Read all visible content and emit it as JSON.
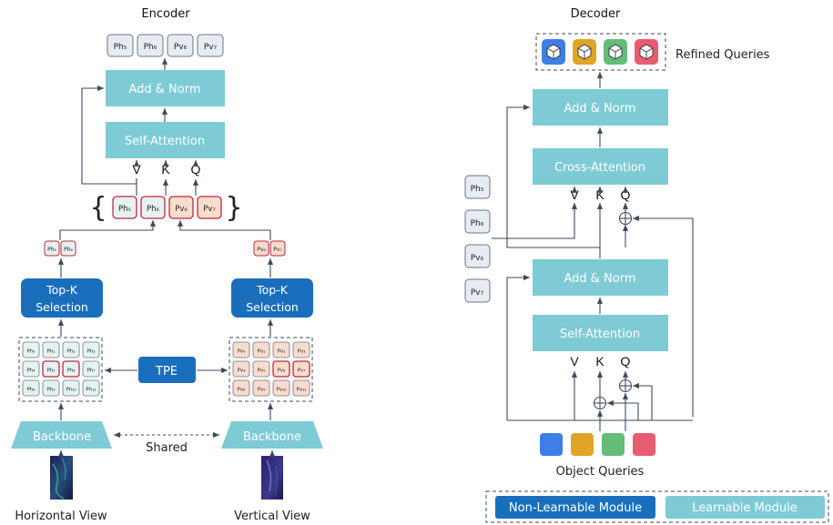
{
  "encoder": {
    "title": "Encoder",
    "outputs": [
      "Ph₅",
      "Ph₆",
      "Pv₆",
      "Pv₇"
    ],
    "add_norm": "Add & Norm",
    "self_attention": "Self-Attention",
    "v": "V",
    "k": "K",
    "q": "Q",
    "selected": [
      "Ph₅",
      "Ph₆",
      "Pv₆",
      "Pv₇"
    ],
    "left_selected": [
      "Ph₅",
      "Ph₆"
    ],
    "right_selected": [
      "Pv₆",
      "Pv₇"
    ],
    "topk_left": [
      "Top-K",
      "Selection"
    ],
    "topk_right": [
      "Top-K",
      "Selection"
    ],
    "tpe": "TPE",
    "h_grid": [
      "Ph₀",
      "Ph₁",
      "Ph₂",
      "Ph₃",
      "Ph₄",
      "Ph₅",
      "Ph₆",
      "Ph₇",
      "Ph₈",
      "Ph₉",
      "Ph₁₀",
      "Ph₁₁"
    ],
    "v_grid": [
      "Pv₀",
      "Pv₁",
      "Pv₂",
      "Pv₃",
      "Pv₄",
      "Pv₅",
      "Pv₆",
      "Pv₇",
      "Pv₈",
      "Pv₉",
      "Pv₁₀",
      "Pv₁₁"
    ],
    "backbone": "Backbone",
    "shared": "Shared",
    "horizontal_view": "Horizontal View",
    "vertical_view": "Vertical View"
  },
  "decoder": {
    "title": "Decoder",
    "refined_queries": "Refined Queries",
    "add_norm_top": "Add & Norm",
    "cross_attention": "Cross-Attention",
    "add_norm_bottom": "Add & Norm",
    "self_attention": "Self-Attention",
    "v": "V",
    "k": "K",
    "q": "Q",
    "side_tokens": [
      "Ph₅",
      "Ph₆",
      "Pv₆",
      "Pv₇"
    ],
    "object_queries": "Object Queries",
    "query_colors": [
      "#3d7fe6",
      "#e0a526",
      "#63bd79",
      "#e85c71"
    ]
  },
  "legend": {
    "non_learnable": "Non-Learnable Module",
    "learnable": "Learnable Module"
  },
  "colors": {
    "learnable": "#7ecbd6",
    "non_learnable": "#1a6fbd",
    "token_h_fill": "#e4f3f1",
    "token_v_fill": "#f8dccd",
    "token_red": "#c0263a"
  }
}
